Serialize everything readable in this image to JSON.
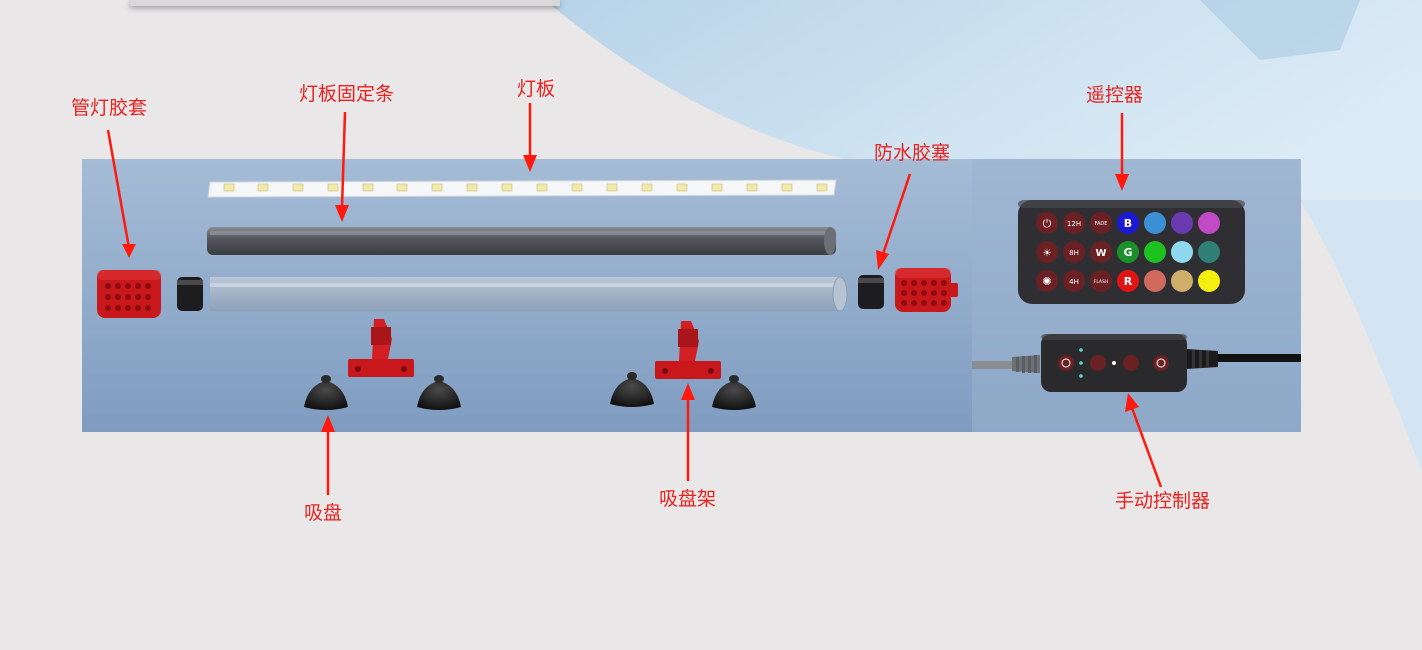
{
  "labels": {
    "tube_sleeve": "管灯胶套",
    "strip_holder": "灯板固定条",
    "led_board": "灯板",
    "waterproof_plug": "防水胶塞",
    "remote": "遥控器",
    "suction_cup": "吸盘",
    "suction_bracket": "吸盘架",
    "manual_controller": "手动控制器"
  },
  "remote": {
    "rows": [
      [
        "⏻",
        "12H",
        "FADE",
        "B"
      ],
      [
        "☀",
        "8H",
        "W",
        "G"
      ],
      [
        "✺",
        "4H",
        "FLASH",
        "R"
      ]
    ]
  },
  "colors": {
    "label_red": "#e8231f",
    "sleeve_red": "#c8181c",
    "background": "#e9e7e8",
    "panel_blue": "#94acc8"
  }
}
